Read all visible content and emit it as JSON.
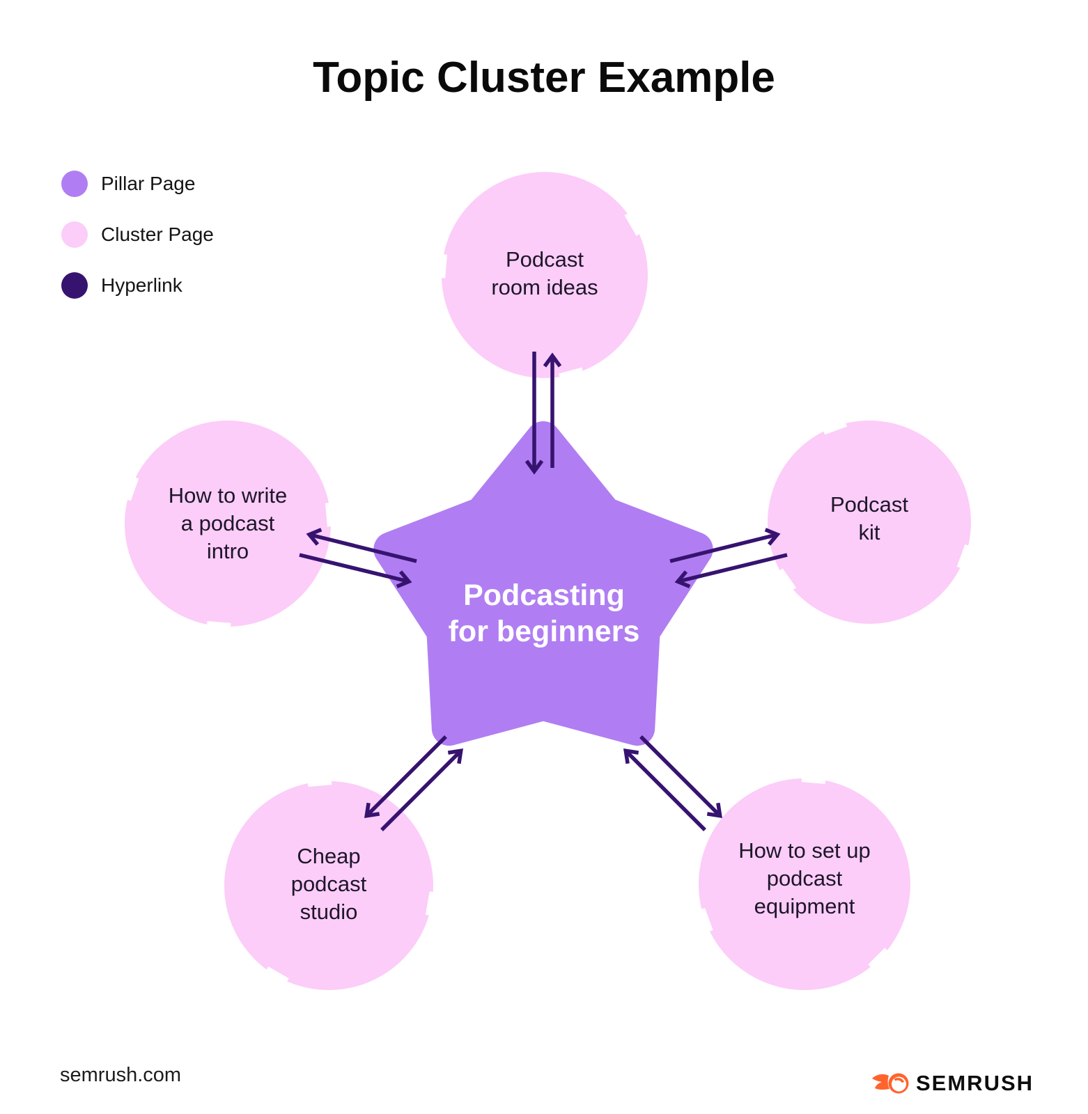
{
  "title": "Topic Cluster Example",
  "legend": {
    "items": [
      {
        "label": "Pillar Page",
        "color": "#b07ef2"
      },
      {
        "label": "Cluster Page",
        "color": "#fccdf9"
      },
      {
        "label": "Hyperlink",
        "color": "#371370"
      }
    ]
  },
  "diagram": {
    "pillar": {
      "lines": [
        "Podcasting",
        "for beginners"
      ]
    },
    "clusters": [
      {
        "id": "podcast-room-ideas",
        "lines": [
          "Podcast",
          "room ideas"
        ]
      },
      {
        "id": "podcast-kit",
        "lines": [
          "Podcast",
          "kit"
        ]
      },
      {
        "id": "how-to-set-up-podcast-equipment",
        "lines": [
          "How to set up",
          "podcast",
          "equipment"
        ]
      },
      {
        "id": "cheap-podcast-studio",
        "lines": [
          "Cheap",
          "podcast",
          "studio"
        ]
      },
      {
        "id": "how-to-write-a-podcast-intro",
        "lines": [
          "How to write",
          "a podcast",
          "intro"
        ]
      }
    ]
  },
  "colors": {
    "pillar": "#b07ef2",
    "cluster": "#fccdf9",
    "hyperlink": "#371370",
    "background": "#ffffff",
    "node_text": "#1d1629",
    "pillar_text": "#ffffff",
    "title_text": "#0a0a0a",
    "brand_orange": "#ff642d"
  },
  "footer": {
    "site": "semrush.com",
    "brand": "SEMRUSH"
  }
}
